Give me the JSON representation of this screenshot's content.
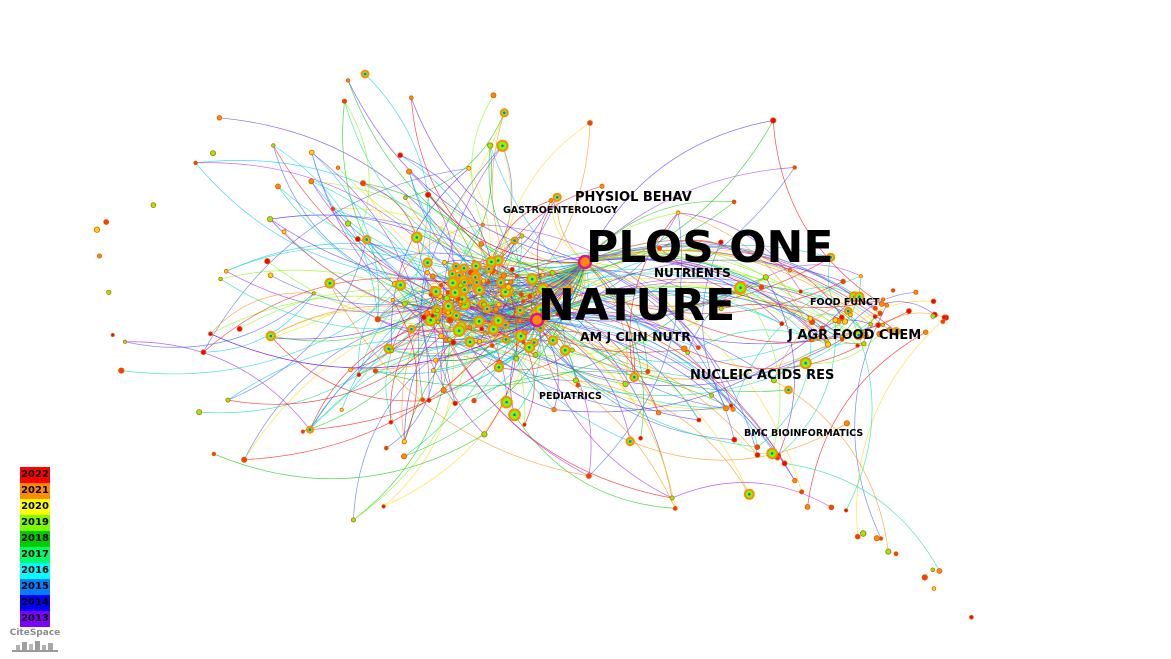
{
  "labels": [
    {
      "id": "plos-one",
      "text": "PLOS ONE"
    },
    {
      "id": "nature",
      "text": "NATURE"
    },
    {
      "id": "physiol-behav",
      "text": "PHYSIOL BEHAV"
    },
    {
      "id": "gastroenterology",
      "text": "GASTROENTEROLOGY"
    },
    {
      "id": "nutrients",
      "text": "NUTRIENTS"
    },
    {
      "id": "food-funct",
      "text": "FOOD FUNCT"
    },
    {
      "id": "j-agr-food-chem",
      "text": "J AGR FOOD CHEM"
    },
    {
      "id": "am-j-clin-nutr",
      "text": "AM J CLIN NUTR"
    },
    {
      "id": "nucleic-acids-res",
      "text": "NUCLEIC ACIDS RES"
    },
    {
      "id": "pediatrics",
      "text": "PEDIATRICS"
    },
    {
      "id": "bmc-bioinformatics",
      "text": "BMC BIOINFORMATICS"
    }
  ],
  "legend": [
    {
      "year": "2022",
      "color": "#ff0000"
    },
    {
      "year": "2021",
      "color": "#ff8c00"
    },
    {
      "year": "2020",
      "color": "#ffff00"
    },
    {
      "year": "2019",
      "color": "#7cfc00"
    },
    {
      "year": "2018",
      "color": "#00cc00"
    },
    {
      "year": "2017",
      "color": "#00ff66"
    },
    {
      "year": "2016",
      "color": "#00ffff"
    },
    {
      "year": "2015",
      "color": "#0080ff"
    },
    {
      "year": "2014",
      "color": "#0000ff"
    },
    {
      "year": "2013",
      "color": "#8000ff"
    }
  ],
  "logo": {
    "text": "CiteSpace"
  },
  "colors": {
    "edge_palette": [
      "#ff0000",
      "#ff8c00",
      "#ffd700",
      "#7cfc00",
      "#00cc00",
      "#00e0a0",
      "#00c8ff",
      "#4060ff",
      "#6020ff",
      "#a020ff"
    ]
  }
}
